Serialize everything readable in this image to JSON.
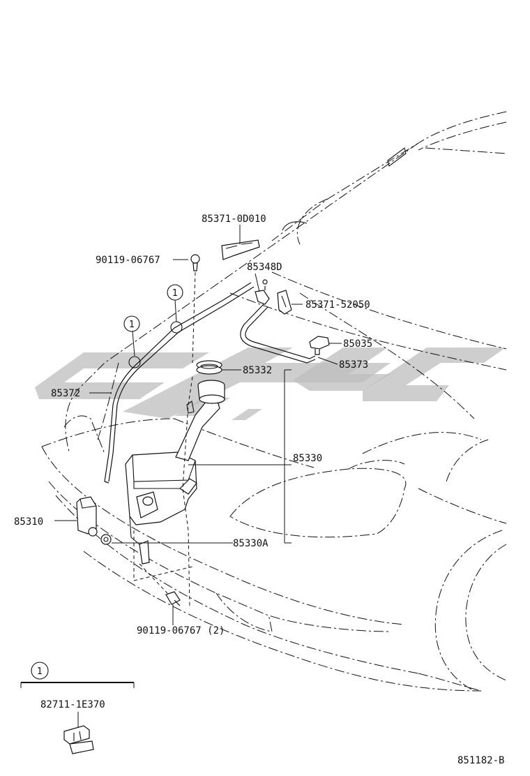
{
  "labels": {
    "p85371_0D010": "85371-0D010",
    "p90119_06767": "90119-06767",
    "p85348D": "85348D",
    "p85371_52050": "85371-52050",
    "p85035": "85035",
    "p85373": "85373",
    "p85332": "85332",
    "p85372": "85372",
    "p85330": "85330",
    "p85310": "85310",
    "p85330A": "85330A",
    "p90119_06767_2": "90119-06767 (2)",
    "p82711_1E370": "82711-1E370"
  },
  "callouts": {
    "ref1": "1"
  },
  "diagram_code": "851182-B"
}
